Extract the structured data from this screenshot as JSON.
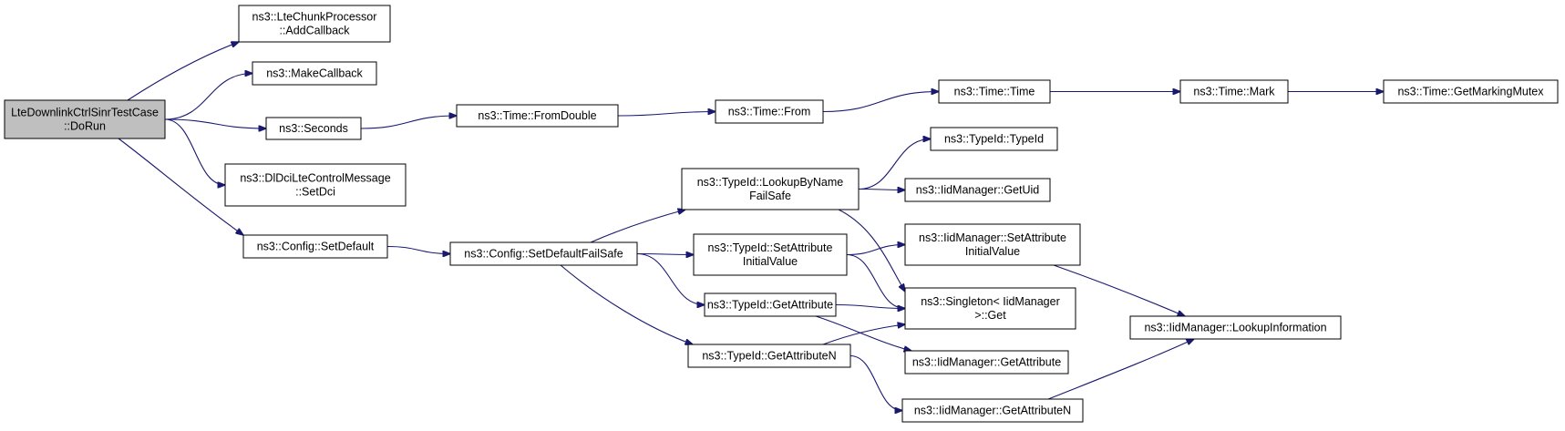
{
  "diagram": {
    "nodes": [
      {
        "id": "root",
        "lines": [
          "LteDownlinkCtrlSinrTestCase",
          "::DoRun"
        ],
        "highlight": true
      },
      {
        "id": "chunk",
        "lines": [
          "ns3::LteChunkProcessor",
          "::AddCallback"
        ]
      },
      {
        "id": "makecb",
        "lines": [
          "ns3::MakeCallback"
        ]
      },
      {
        "id": "seconds",
        "lines": [
          "ns3::Seconds"
        ]
      },
      {
        "id": "dldci",
        "lines": [
          "ns3::DlDciLteControlMessage",
          "::SetDci"
        ]
      },
      {
        "id": "cfgdef",
        "lines": [
          "ns3::Config::SetDefault"
        ]
      },
      {
        "id": "fromdouble",
        "lines": [
          "ns3::Time::FromDouble"
        ]
      },
      {
        "id": "from",
        "lines": [
          "ns3::Time::From"
        ]
      },
      {
        "id": "time",
        "lines": [
          "ns3::Time::Time"
        ]
      },
      {
        "id": "mark",
        "lines": [
          "ns3::Time::Mark"
        ]
      },
      {
        "id": "mutex",
        "lines": [
          "ns3::Time::GetMarkingMutex"
        ]
      },
      {
        "id": "cfgdeffs",
        "lines": [
          "ns3::Config::SetDefaultFailSafe"
        ]
      },
      {
        "id": "lookup",
        "lines": [
          "ns3::TypeId::LookupByName",
          "FailSafe"
        ]
      },
      {
        "id": "setattr",
        "lines": [
          "ns3::TypeId::SetAttribute",
          "InitialValue"
        ]
      },
      {
        "id": "getattr",
        "lines": [
          "ns3::TypeId::GetAttribute"
        ]
      },
      {
        "id": "getattrn",
        "lines": [
          "ns3::TypeId::GetAttributeN"
        ]
      },
      {
        "id": "typeid",
        "lines": [
          "ns3::TypeId::TypeId"
        ]
      },
      {
        "id": "getuid",
        "lines": [
          "ns3::IidManager::GetUid"
        ]
      },
      {
        "id": "iidset",
        "lines": [
          "ns3::IidManager::SetAttribute",
          "InitialValue"
        ]
      },
      {
        "id": "singleton",
        "lines": [
          "ns3::Singleton< IidManager",
          " >::Get"
        ]
      },
      {
        "id": "iidget",
        "lines": [
          "ns3::IidManager::GetAttribute"
        ]
      },
      {
        "id": "iidgetn",
        "lines": [
          "ns3::IidManager::GetAttributeN"
        ]
      },
      {
        "id": "lookupinfo",
        "lines": [
          "ns3::IidManager::LookupInformation"
        ]
      }
    ],
    "edges": [
      [
        "root",
        "chunk"
      ],
      [
        "root",
        "makecb"
      ],
      [
        "root",
        "seconds"
      ],
      [
        "root",
        "dldci"
      ],
      [
        "root",
        "cfgdef"
      ],
      [
        "seconds",
        "fromdouble"
      ],
      [
        "fromdouble",
        "from"
      ],
      [
        "from",
        "time"
      ],
      [
        "time",
        "mark"
      ],
      [
        "mark",
        "mutex"
      ],
      [
        "cfgdef",
        "cfgdeffs"
      ],
      [
        "cfgdeffs",
        "lookup"
      ],
      [
        "cfgdeffs",
        "setattr"
      ],
      [
        "cfgdeffs",
        "getattr"
      ],
      [
        "cfgdeffs",
        "getattrn"
      ],
      [
        "lookup",
        "typeid"
      ],
      [
        "lookup",
        "getuid"
      ],
      [
        "lookup",
        "singleton"
      ],
      [
        "setattr",
        "iidset"
      ],
      [
        "setattr",
        "singleton"
      ],
      [
        "getattr",
        "singleton"
      ],
      [
        "getattr",
        "iidget"
      ],
      [
        "getattrn",
        "singleton"
      ],
      [
        "getattrn",
        "iidgetn"
      ],
      [
        "iidset",
        "lookupinfo"
      ],
      [
        "iidgetn",
        "lookupinfo"
      ]
    ],
    "colors": {
      "edge": "#191970",
      "node_fill": "#ffffff",
      "highlight_fill": "#bfbfbf",
      "border": "#000000"
    }
  }
}
